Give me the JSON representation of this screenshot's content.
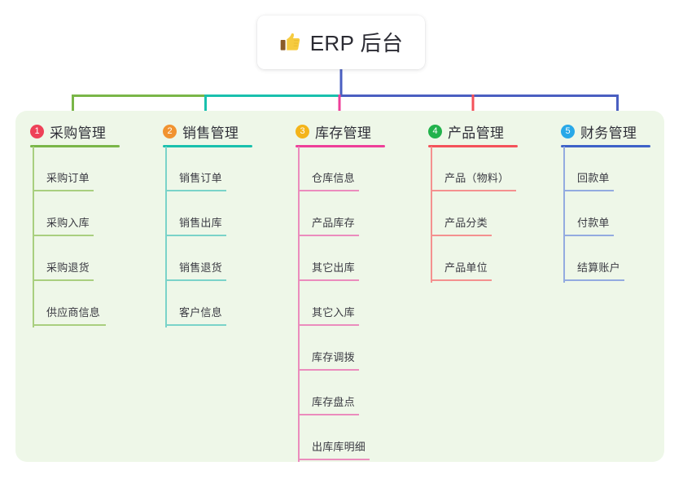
{
  "diagram": {
    "type": "mindmap",
    "root": {
      "label": "ERP 后台",
      "icon": "thumbs-up-icon"
    },
    "panel_background": "#eef7e8",
    "branches": [
      {
        "index": "1",
        "title": "采购管理",
        "badge_color": "#ee4158",
        "line_color": "#7ab648",
        "leaf_line_color": "#a9cf7f",
        "connector_color": "#7ab648",
        "items": [
          {
            "label": "采购订单"
          },
          {
            "label": "采购入库"
          },
          {
            "label": "采购退货"
          },
          {
            "label": "供应商信息"
          }
        ]
      },
      {
        "index": "2",
        "title": "销售管理",
        "badge_color": "#f19330",
        "line_color": "#19c0ad",
        "leaf_line_color": "#7ad3c9",
        "connector_color": "#19c0ad",
        "items": [
          {
            "label": "销售订单"
          },
          {
            "label": "销售出库"
          },
          {
            "label": "销售退货"
          },
          {
            "label": "客户信息"
          }
        ]
      },
      {
        "index": "3",
        "title": "库存管理",
        "badge_color": "#f4b41a",
        "line_color": "#ee3f99",
        "leaf_line_color": "#eb8cbd",
        "connector_color": "#ee3f99",
        "items": [
          {
            "label": "仓库信息"
          },
          {
            "label": "产品库存"
          },
          {
            "label": "其它出库"
          },
          {
            "label": "其它入库"
          },
          {
            "label": "库存调拨"
          },
          {
            "label": "库存盘点"
          },
          {
            "label": "出库库明细"
          }
        ]
      },
      {
        "index": "4",
        "title": "产品管理",
        "badge_color": "#22b24c",
        "line_color": "#f4525a",
        "leaf_line_color": "#f4918f",
        "connector_color": "#f4525a",
        "items": [
          {
            "label": "产品（物料）"
          },
          {
            "label": "产品分类"
          },
          {
            "label": "产品单位"
          }
        ]
      },
      {
        "index": "5",
        "title": "财务管理",
        "badge_color": "#28a8e8",
        "line_color": "#3e62c8",
        "leaf_line_color": "#93abe0",
        "connector_color": "#4a5fc1",
        "items": [
          {
            "label": "回款单"
          },
          {
            "label": "付款单"
          },
          {
            "label": "结算账户"
          }
        ]
      }
    ],
    "trunk_color": "#4a5fc1"
  }
}
